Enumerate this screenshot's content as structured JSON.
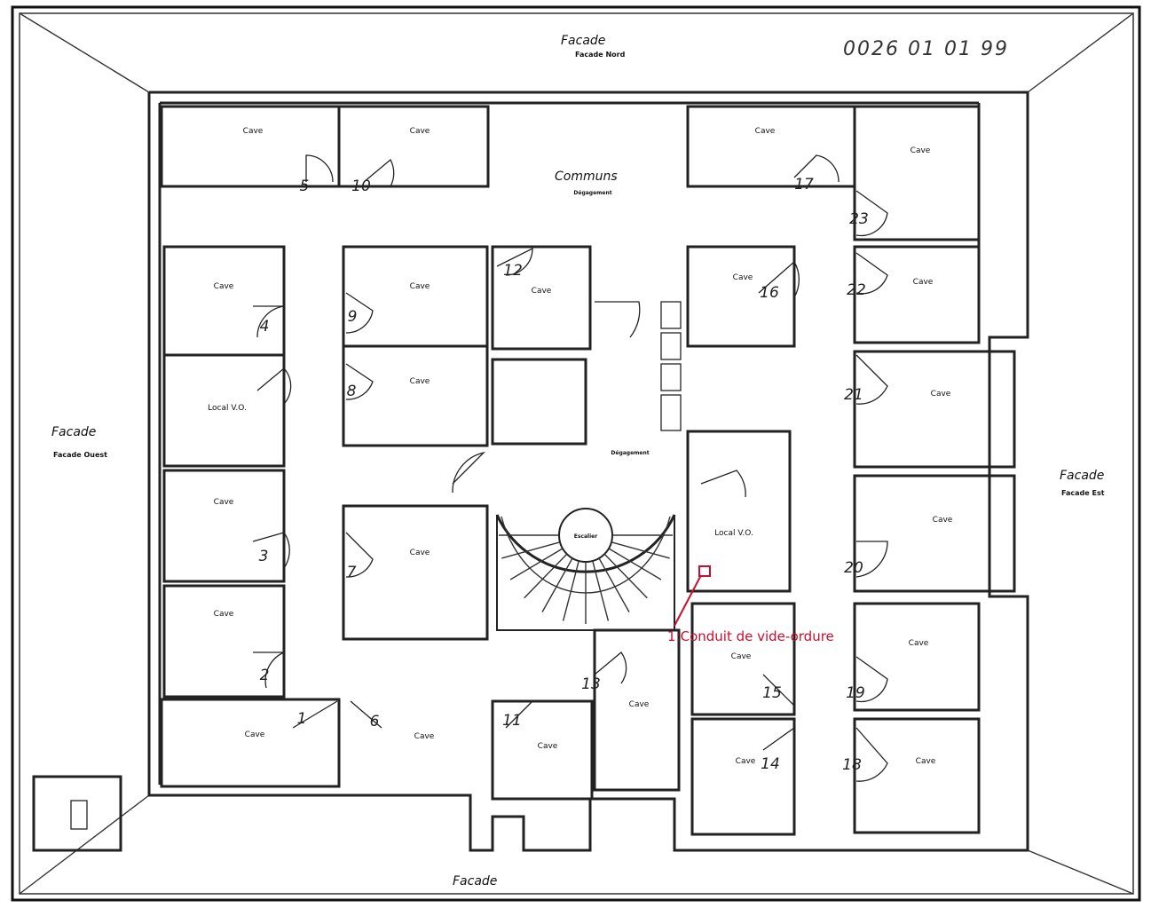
{
  "reference": "0026 01 01 99",
  "facades": {
    "north": {
      "title": "Facade",
      "sub": "Facade Nord"
    },
    "west": {
      "title": "Facade",
      "sub": "Facade Ouest"
    },
    "east": {
      "title": "Facade",
      "sub": "Facade Est"
    },
    "south": {
      "title": "Facade"
    }
  },
  "commons": {
    "title": "Communs",
    "sub": "Dégagement"
  },
  "degagement": {
    "title": "Dégagement"
  },
  "escalier": {
    "title": "Escalier"
  },
  "annotation": {
    "label": "1:Conduit de vide-ordure",
    "color": "#c8102e"
  },
  "rooms": [
    {
      "num": "5",
      "title": "Cave"
    },
    {
      "num": "10",
      "title": "Cave"
    },
    {
      "num": "4",
      "title": "Cave"
    },
    {
      "num": "9",
      "title": "Cave"
    },
    {
      "num": "12",
      "title": "Cave"
    },
    {
      "num": "",
      "title": "Local V.O."
    },
    {
      "num": "8",
      "title": "Cave"
    },
    {
      "num": "3",
      "title": "Cave"
    },
    {
      "num": "7",
      "title": "Cave"
    },
    {
      "num": "2",
      "title": "Cave"
    },
    {
      "num": "1",
      "title": "Cave"
    },
    {
      "num": "6",
      "title": "Cave"
    },
    {
      "num": "11",
      "title": "Cave"
    },
    {
      "num": "13",
      "title": "Cave"
    },
    {
      "num": "17",
      "title": "Cave"
    },
    {
      "num": "23",
      "title": "Cave"
    },
    {
      "num": "16",
      "title": "Cave"
    },
    {
      "num": "22",
      "title": "Cave"
    },
    {
      "num": "21",
      "title": "Cave"
    },
    {
      "num": "",
      "title": "Local V.O."
    },
    {
      "num": "20",
      "title": "Cave"
    },
    {
      "num": "15",
      "title": "Cave"
    },
    {
      "num": "19",
      "title": "Cave"
    },
    {
      "num": "14",
      "title": "Cave"
    },
    {
      "num": "18",
      "title": "Cave"
    }
  ]
}
